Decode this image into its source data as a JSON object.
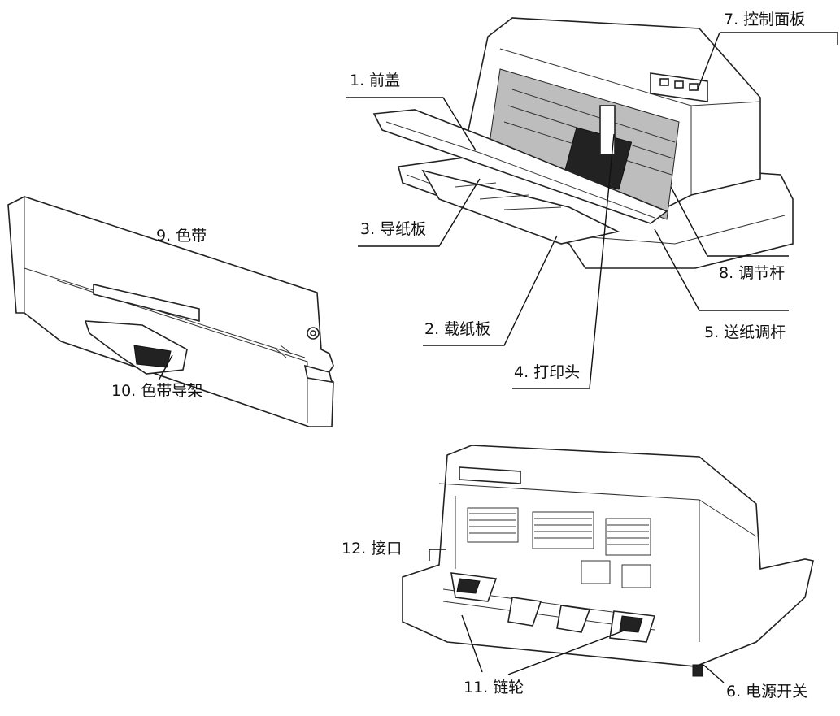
{
  "labels": {
    "front_cover": "1. 前盖",
    "paper_tray": "2. 载纸板",
    "paper_guide": "3. 导纸板",
    "print_head": "4. 打印头",
    "feed_lever": "5. 送纸调杆",
    "power_switch": "6. 电源开关",
    "control_panel": "7. 控制面板",
    "adjust_lever": "8. 调节杆",
    "ribbon": "9. 色带",
    "ribbon_guide": "10. 色带导架",
    "sprocket": "11. 链轮",
    "interface": "12. 接口"
  }
}
